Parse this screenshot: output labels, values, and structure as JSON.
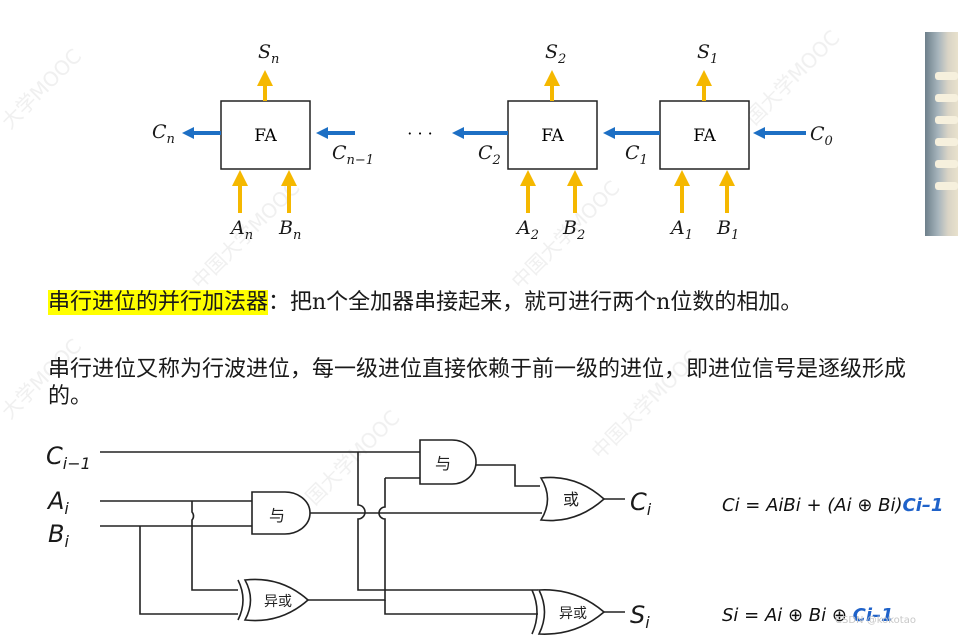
{
  "adder": {
    "block_label": "FA",
    "ellipsis": "· · ·",
    "carry_in": "C",
    "carry_in_sub": "0",
    "cells": [
      {
        "sum": "S",
        "sum_sub": "n",
        "a": "A",
        "a_sub": "n",
        "b": "B",
        "b_sub": "n",
        "cout": "C",
        "cout_sub": "n",
        "cin": "C",
        "cin_sub": "n−1"
      },
      {
        "sum": "S",
        "sum_sub": "2",
        "a": "A",
        "a_sub": "2",
        "b": "B",
        "b_sub": "2",
        "cout": "C",
        "cout_sub": "2"
      },
      {
        "sum": "S",
        "sum_sub": "1",
        "a": "A",
        "a_sub": "1",
        "b": "B",
        "b_sub": "1",
        "cout": "C",
        "cout_sub": "1"
      }
    ]
  },
  "text": {
    "para1_highlight": "串行进位的并行加法器",
    "para1_rest": "：把n个全加器串接起来，就可进行两个n位数的相加。",
    "para2": "串行进位又称为行波进位，每一级进位直接依赖于前一级的进位，即进位信号是逐级形成的。"
  },
  "circuit": {
    "in_c": "C",
    "in_c_sub": "i−1",
    "in_a": "A",
    "in_a_sub": "i",
    "in_b": "B",
    "in_b_sub": "i",
    "gate_and": "与",
    "gate_or": "或",
    "gate_xor": "异或",
    "out_c": "C",
    "out_c_sub": "i",
    "out_s": "S",
    "out_s_sub": "i"
  },
  "formulas": {
    "c_main": "Ci = AiBi + (Ai ⊕ Bi)",
    "c_tail": "Ci–1",
    "s_main": "Si = Ai ⊕ Bi ⊕ ",
    "s_tail": "Ci–1"
  },
  "credit": "CSDN @kokotao",
  "colors": {
    "arrow_up": "#f5b800",
    "arrow_carry": "#1d6fc4",
    "highlight": "#ffff00",
    "formula_accent": "#1f62c9"
  }
}
